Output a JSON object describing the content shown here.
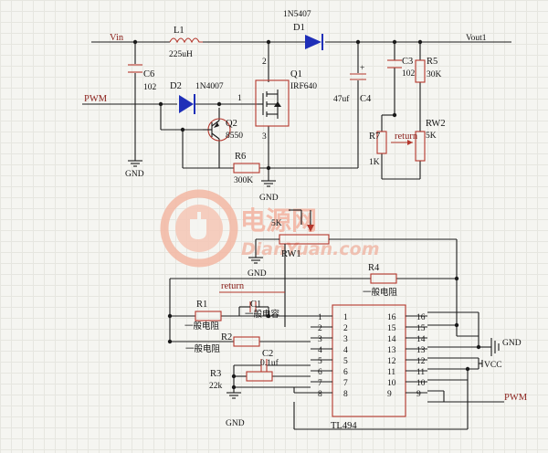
{
  "nets": {
    "vin": "Vin",
    "vout": "Vout1",
    "pwm_top": "PWM",
    "pwm_bottom": "PWM",
    "return_top": "return",
    "return_bottom": "return",
    "gnd": "GND",
    "vcc": "VCC"
  },
  "components": {
    "L1": {
      "ref": "L1",
      "value": "225uH"
    },
    "D1": {
      "ref": "D1",
      "value": "1N5407"
    },
    "D2": {
      "ref": "D2",
      "value": "1N4007"
    },
    "Q1": {
      "ref": "Q1",
      "value": "IRF640"
    },
    "Q2": {
      "ref": "Q2",
      "value": "8550"
    },
    "C6": {
      "ref": "C6",
      "value": "102"
    },
    "C4": {
      "ref": "C4",
      "value": "47uf"
    },
    "C3": {
      "ref": "C3",
      "value": "102"
    },
    "R5": {
      "ref": "R5",
      "value": "30K"
    },
    "RW2": {
      "ref": "RW2",
      "value": "5K"
    },
    "R7": {
      "ref": "R7",
      "value": "1K"
    },
    "R6": {
      "ref": "R6",
      "value": "300K"
    },
    "RW1": {
      "ref": "RW1",
      "value": "5K"
    },
    "R4": {
      "ref": "R4",
      "value": "一般电阻"
    },
    "R1": {
      "ref": "R1",
      "value": "一般电阻"
    },
    "C1": {
      "ref": "C1",
      "value": "一般电容"
    },
    "R2": {
      "ref": "R2",
      "value": "一般电阻"
    },
    "C2": {
      "ref": "C2",
      "value": "0.1uf"
    },
    "R3": {
      "ref": "R3",
      "value": "22k"
    }
  },
  "q1_pins": {
    "drain": "2",
    "gate": "1",
    "source": "3"
  },
  "polarity": {
    "plus": "+"
  },
  "ic": {
    "name": "TL494",
    "left_pins": [
      "1",
      "2",
      "3",
      "4",
      "5",
      "6",
      "7",
      "8"
    ],
    "right_pins": [
      "16",
      "15",
      "14",
      "13",
      "12",
      "11",
      "10",
      "9"
    ],
    "ext_left": [
      "1",
      "2",
      "3",
      "4",
      "5",
      "6",
      "7",
      "8"
    ],
    "ext_right": [
      "16",
      "15",
      "14",
      "13",
      "12",
      "11",
      "10",
      "9"
    ]
  },
  "watermark": {
    "cn": "电源网",
    "en": "DianYuan.com"
  },
  "colors": {
    "wire": "#1a1a1a",
    "component": "#b4362c",
    "bus": "#2b2f8f",
    "watermark": "#f3b3a0"
  }
}
